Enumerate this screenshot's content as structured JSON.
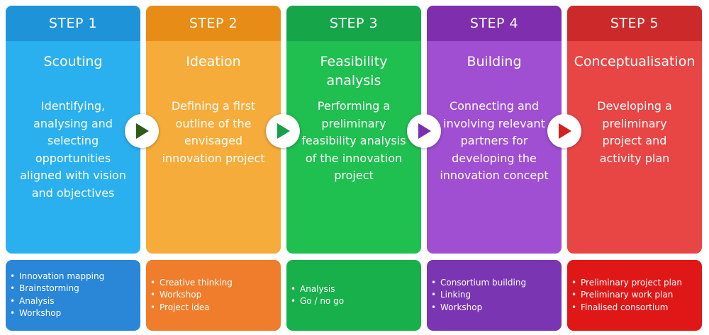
{
  "steps": [
    {
      "label": "STEP 1",
      "title": "Scouting",
      "description": "Identifying, analysing and selecting opportunities aligned with vision and objectives",
      "header_color": "#1f93d8",
      "body_color": "#2ab0ee",
      "card_color": "#2a86d6",
      "items": [
        "Innovation mapping",
        "Brainstorming",
        "Analysis",
        "Workshop"
      ]
    },
    {
      "label": "STEP 2",
      "title": "Ideation",
      "description": "Defining a first outline of the envisaged innovation project",
      "header_color": "#e78d17",
      "body_color": "#f5ac3a",
      "card_color": "#ef7d2c",
      "items": [
        "Creative thinking",
        "Workshop",
        "Project idea"
      ]
    },
    {
      "label": "STEP 3",
      "title": "Feasibility analysis",
      "description": "Performing a preliminary feasibility analysis of the innovation project",
      "header_color": "#17a54a",
      "body_color": "#1fbf50",
      "card_color": "#18b04a",
      "items": [
        "Analysis",
        "Go / no go"
      ]
    },
    {
      "label": "STEP 4",
      "title": "Building",
      "description": "Connecting and involving relevant partners for developing the innovation concept",
      "header_color": "#7f2fae",
      "body_color": "#a04ed2",
      "card_color": "#7a35b3",
      "items": [
        "Consortium building",
        "Linking",
        "Workshop"
      ]
    },
    {
      "label": "STEP 5",
      "title": "Conceptualisation",
      "description": "Developing a preliminary project and activity plan",
      "header_color": "#cc2a2a",
      "body_color": "#e84545",
      "card_color": "#e01717",
      "items": [
        "Preliminary project plan",
        "Preliminary work plan",
        "Finalised consortium"
      ]
    }
  ],
  "connectors": [
    {
      "icon": "play-arrow-icon",
      "color": "#2e5b1a"
    },
    {
      "icon": "play-arrow-icon",
      "color": "#16a048"
    },
    {
      "icon": "play-arrow-icon",
      "color": "#7b2fb0"
    },
    {
      "icon": "play-arrow-icon",
      "color": "#d42020"
    }
  ]
}
